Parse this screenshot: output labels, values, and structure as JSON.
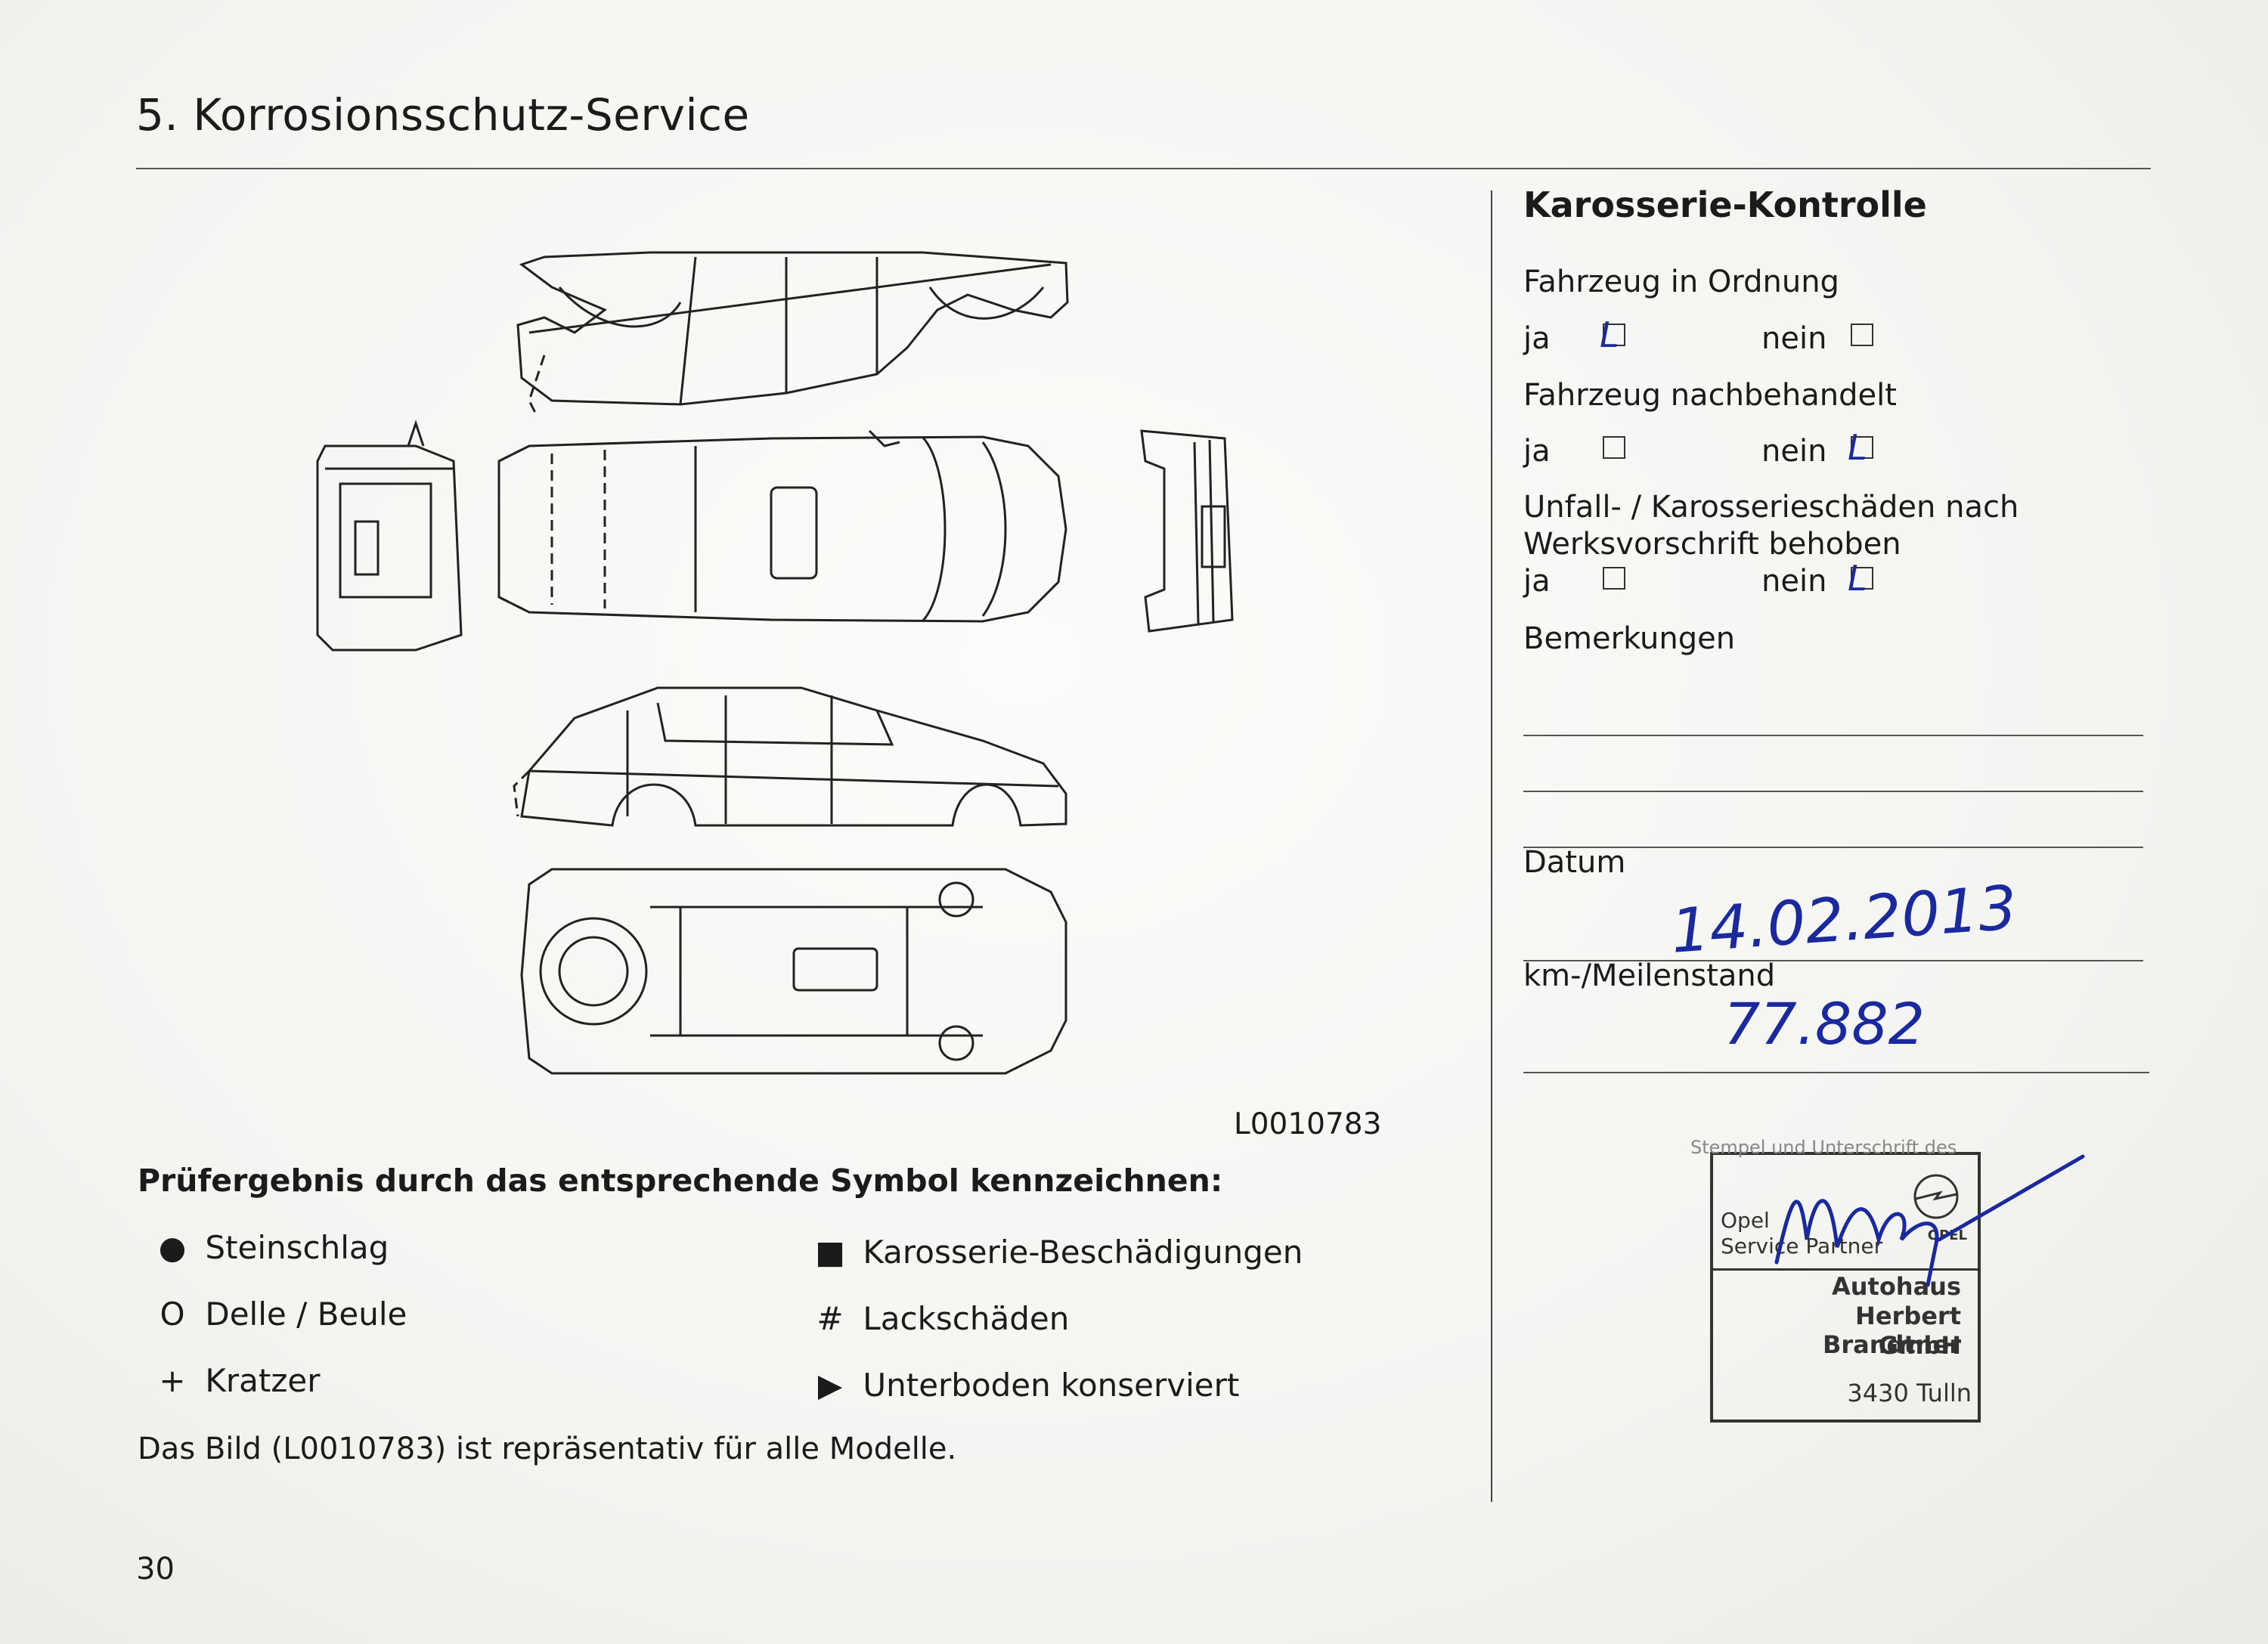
{
  "page": {
    "title": "5. Korrosionsschutz-Service",
    "figure_code": "L0010783",
    "instruction": "Prüfergebnis durch das entsprechende Symbol kennzeichnen:",
    "legend_left": [
      {
        "symbol": "●",
        "label": "Steinschlag"
      },
      {
        "symbol": "O",
        "label": "Delle / Beule"
      },
      {
        "symbol": "+",
        "label": "Kratzer"
      }
    ],
    "legend_right": [
      {
        "symbol": "■",
        "label": "Karosserie-Beschädigungen"
      },
      {
        "symbol": "#",
        "label": "Lackschäden"
      },
      {
        "symbol": "▶",
        "label": "Unterboden konserviert"
      }
    ],
    "note": "Das Bild (L0010783) ist repräsentativ für alle Modelle.",
    "page_number": "30"
  },
  "panel": {
    "title": "Karosserie-Kontrolle",
    "q1": "Fahrzeug in Ordnung",
    "q2": "Fahrzeug nachbehandelt",
    "q3_line1": "Unfall- / Karosserieschäden nach",
    "q3_line2": "Werksvorschrift behoben",
    "ja": "ja",
    "nein": "nein",
    "q1_checked": "ja",
    "q2_checked": "nein",
    "q3_checked": "nein",
    "remarks_label": "Bemerkungen",
    "date_label": "Datum",
    "date_value": "14.02.2013",
    "km_label": "km-/Meilenstand",
    "km_value": "77.882"
  },
  "stamp": {
    "caption": "Stempel und Unterschrift des",
    "line1": "Opel",
    "line2": "Service Partner",
    "brand": "OPEL",
    "dealer1": "Autohaus",
    "dealer2": "Herbert Brandtner",
    "dealer3": "GmbH",
    "city": "3430 Tulln"
  },
  "colors": {
    "ink": "#1a2a9e",
    "print": "#1b1b1b",
    "paper": "#f4f4f1"
  }
}
